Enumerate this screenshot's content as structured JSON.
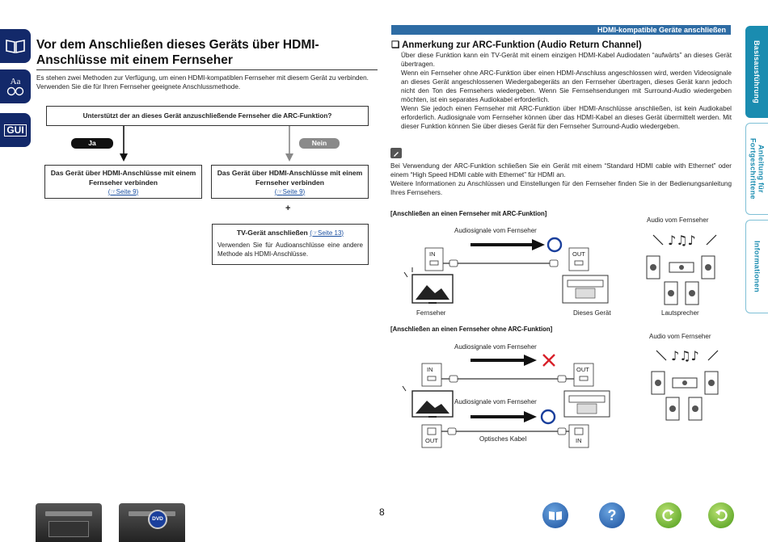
{
  "header": {
    "section_label": "HDMI-kompatible Geräte anschließen"
  },
  "sidebar_tabs": [
    {
      "label": "Basisausführung"
    },
    {
      "label": "Anleitung für Fortgeschrittene"
    },
    {
      "label": "Informationen"
    }
  ],
  "left_icons": {
    "gui_label": "GUI",
    "aa_label": "Aa"
  },
  "left": {
    "title": "Vor dem Anschließen dieses Geräts über HDMI-Anschlüsse mit einem Fernseher",
    "intro_1": "Es stehen zwei Methoden zur Verfügung, um einen HDMI-kompatiblen Fernseher mit diesem Gerät zu verbinden.",
    "intro_2": "Verwenden Sie die für Ihren Fernseher geeignete Anschlussmethode.",
    "question": "Unterstützt der an dieses Gerät anzuschließende Fernseher die ARC-Funktion?",
    "yes_label": "Ja",
    "no_label": "Nein",
    "box_yes_text": "Das Gerät über HDMI-Anschlüsse mit einem Fernseher verbinden",
    "box_yes_link": "Seite 9",
    "box_no_text": "Das Gerät über HDMI-Anschlüsse mit einem Fernseher verbinden",
    "box_no_link": "Seite 9",
    "plus": "+",
    "box_tv_title": "TV-Gerät anschließen",
    "box_tv_link": "Seite 13",
    "box_tv_text": "Verwenden Sie für Audioanschlüsse eine andere Methode als HDMI-Anschlüsse."
  },
  "right": {
    "title": "Anmerkung zur ARC-Funktion (Audio Return Channel)",
    "p1": "Über diese Funktion kann ein TV-Gerät mit einem einzigen HDMI-Kabel Audiodaten “aufwärts” an dieses Gerät übertragen.",
    "p2": "Wenn ein Fernseher ohne ARC-Funktion über einen HDMI-Anschluss angeschlossen wird, werden Videosignale an dieses Gerät angeschlossenen Wiedergabegeräts an den Fernseher übertragen, dieses Gerät kann jedoch nicht den Ton des Fernsehers wiedergeben. Wenn Sie Fernsehsendungen mit Surround-Audio wiedergeben möchten, ist ein separates Audiokabel erforderlich.",
    "p3": "Wenn Sie jedoch einen Fernseher mit ARC-Funktion über HDMI-Anschlüsse anschließen, ist kein Audiokabel erforderlich. Audiosignale vom Fernseher können über das HDMI-Kabel an dieses Gerät übermittelt werden. Mit dieser Funktion können Sie über dieses Gerät für den Fernseher Surround-Audio wiedergeben.",
    "note_p1": "Bei Verwendung der ARC-Funktion schließen Sie ein Gerät mit einem “Standard HDMI cable with Ethernet” oder einem “High Speed HDMI cable with Ethernet” für HDMI an.",
    "note_p2": "Weitere Informationen zu Anschlüssen und Einstellungen für den Fernseher finden Sie in der Bedienungsanleitung Ihres Fernsehers.",
    "diagram1": {
      "heading": "[Anschließen an einen Fernseher mit ARC-Funktion]",
      "audio_label": "Audiosignale vom Fernseher",
      "speakers_label": "Audio vom Fernseher",
      "in_label": "IN",
      "out_label": "OUT",
      "tv_label": "Fernseher",
      "device_label": "Dieses Gerät",
      "speaker_caption": "Lautsprecher"
    },
    "diagram2": {
      "heading": "[Anschließen an einen Fernseher ohne ARC-Funktion]",
      "audio_label_top": "Audiosignale vom Fernseher",
      "audio_label_bottom": "Audiosignale vom Fernseher",
      "speakers_label": "Audio vom Fernseher",
      "in_label": "IN",
      "out_label": "OUT",
      "tv_out_label": "OUT",
      "dev_in_label": "IN",
      "optical_label": "Optisches Kabel"
    }
  },
  "footer": {
    "page_number": "8",
    "dvd_label": "DVD"
  },
  "colors": {
    "navy": "#13296a",
    "tab_blue": "#1a8cb0",
    "bar_blue": "#2e6ca4",
    "ok_blue": "#1a3f9c",
    "no_red": "#d8202a"
  }
}
